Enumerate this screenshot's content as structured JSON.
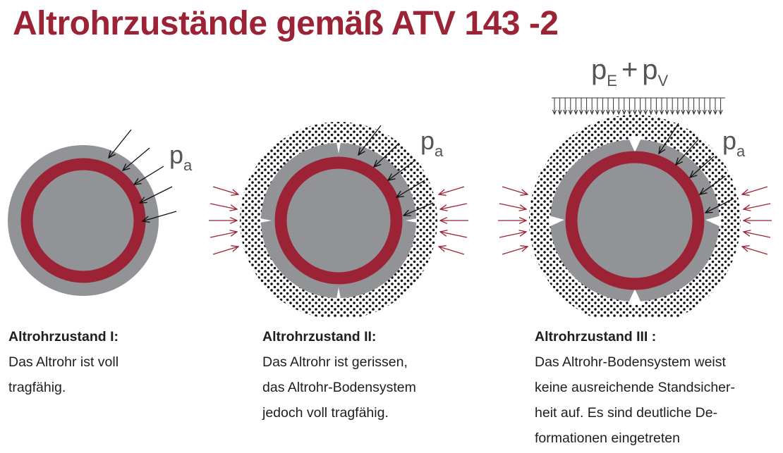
{
  "title": "Altrohrzustände gemäß ATV 143 -2",
  "colors": {
    "accent": "#9b2335",
    "old_pipe": "#929396",
    "soil_dots": "#111111"
  },
  "states": [
    {
      "load_label": {
        "base": "p",
        "sub": "a"
      },
      "heading": "Altrohrzustand I:",
      "lines": [
        "Das Altrohr ist voll",
        "tragfähig."
      ]
    },
    {
      "load_label": {
        "base": "p",
        "sub": "a"
      },
      "heading": "Altrohrzustand II:",
      "lines": [
        "Das Altrohr ist gerissen,",
        "das Altrohr-Bodensystem",
        "jedoch voll tragfähig."
      ]
    },
    {
      "load_label": {
        "base": "p",
        "sub": "a"
      },
      "top_load": {
        "p1": "p",
        "s1": "E",
        "op": "+",
        "p2": "p",
        "s2": "V"
      },
      "heading": "Altrohrzustand III :",
      "lines": [
        "Das Altrohr-Bodensystem weist",
        "keine ausreichende Standsicher-",
        "heit auf. Es sind deutliche De-",
        "formationen eingetreten"
      ]
    }
  ]
}
